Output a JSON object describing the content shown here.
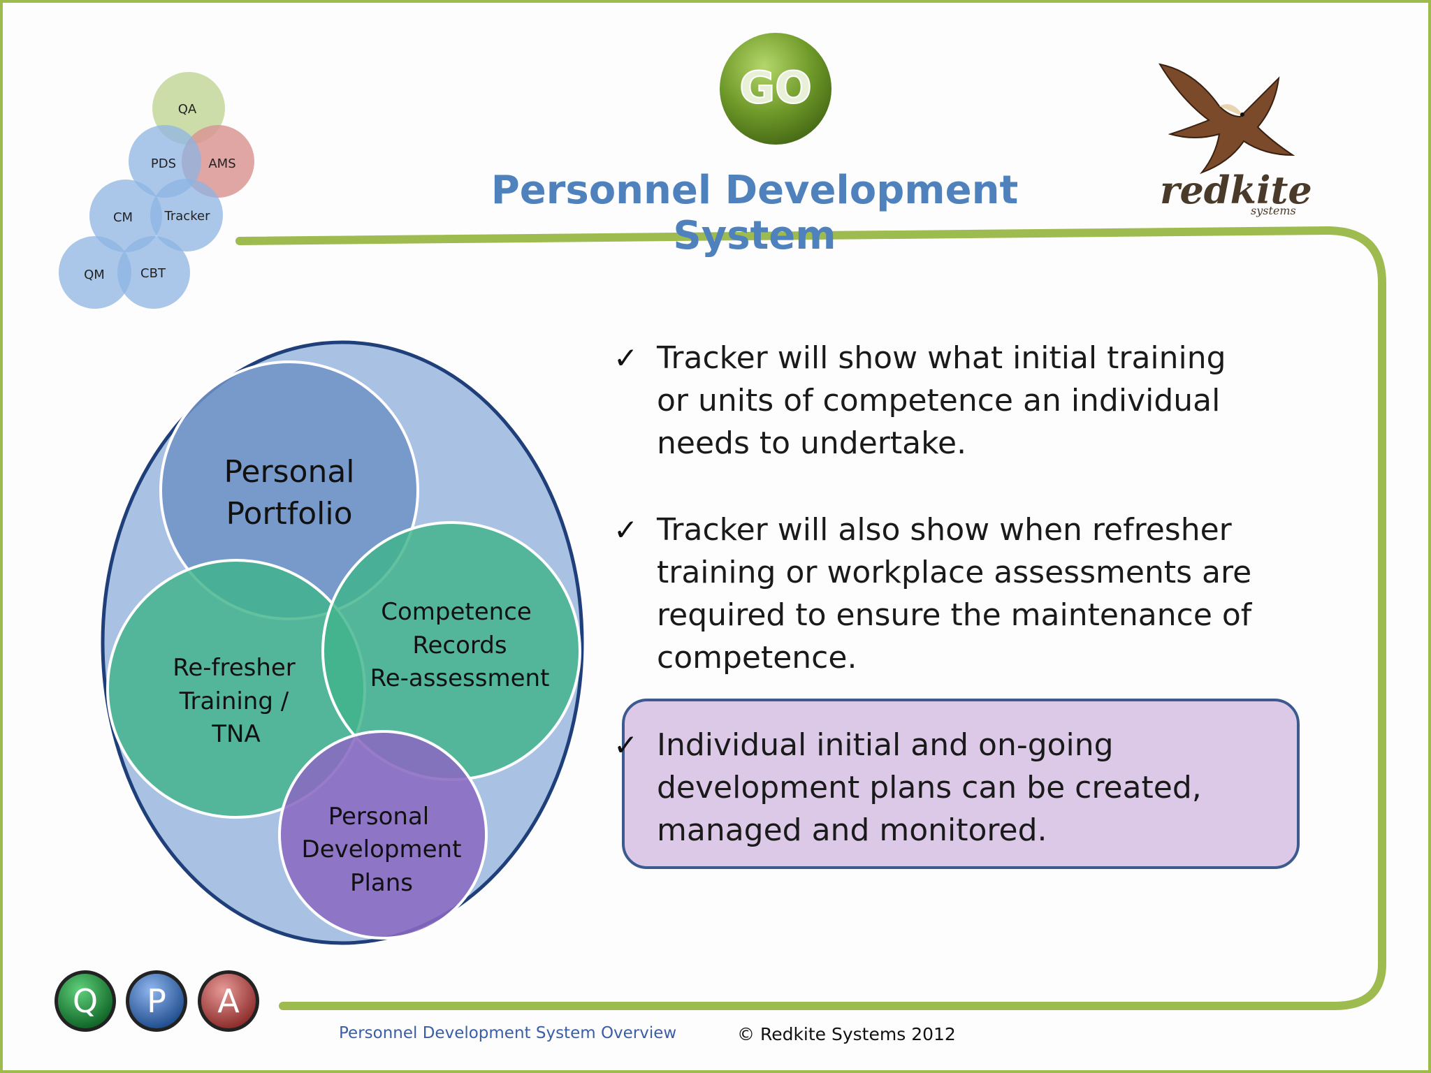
{
  "header": {
    "title": "Personnel Development System",
    "go_label": "GO",
    "logo_word": "redkite",
    "logo_sub": "systems"
  },
  "module_cluster": {
    "qa": "QA",
    "pds": "PDS",
    "ams": "AMS",
    "cm": "CM",
    "tracker": "Tracker",
    "qm": "QM",
    "cbt": "CBT"
  },
  "venn": {
    "portfolio_l1": "Personal",
    "portfolio_l2": "Portfolio",
    "refresher_l1": "Re-fresher",
    "refresher_l2": "Training /",
    "refresher_l3": "TNA",
    "competence_l1": "Competence",
    "competence_l2": "Records",
    "competence_l3": "Re-assessment",
    "pdp_l1": "Personal",
    "pdp_l2": "Development",
    "pdp_l3": "Plans"
  },
  "bullets": {
    "check": "✓",
    "b1_l1": "Tracker will show what initial training",
    "b1_l2": "or units of competence an individual",
    "b1_l3": "needs to undertake.",
    "b2_l1": "Tracker will also show when refresher",
    "b2_l2": "training or workplace assessments are",
    "b2_l3": "required to ensure the maintenance of",
    "b2_l4": "competence.",
    "b3_l1": "Individual initial and on-going",
    "b3_l2": "development plans can be created,",
    "b3_l3": "managed and monitored."
  },
  "nav": {
    "q": "Q",
    "p": "P",
    "a": "A"
  },
  "footer": {
    "left": "Personnel Development System Overview",
    "right": "© Redkite Systems 2012"
  },
  "colors": {
    "frame": "#9dbb4f",
    "title": "#4f81bd",
    "callout_bg": "#dcc9e8",
    "callout_border": "#3d5a8f",
    "nav_q": "#1e8a3c",
    "nav_p": "#3b6db5",
    "nav_a": "#c0504d"
  }
}
